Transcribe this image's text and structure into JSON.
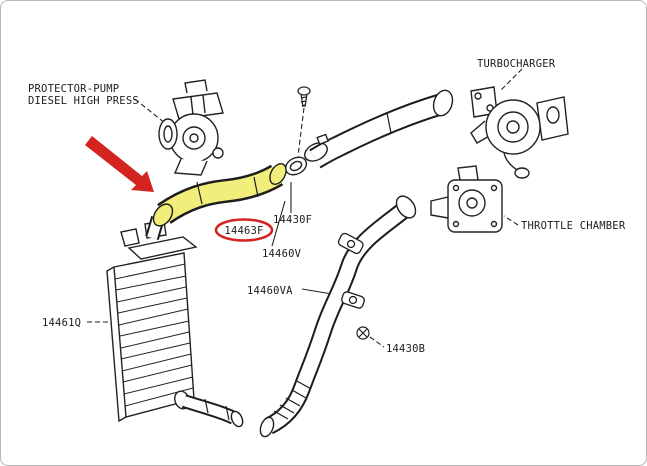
{
  "colors": {
    "highlight": "#f2ee7b",
    "marker": "#d42420",
    "ink": "#1d1d1d"
  },
  "labels": {
    "protector_pump_line1": "PROTECTOR-PUMP",
    "protector_pump_line2": "DIESEL HIGH PRESS",
    "turbocharger": "TURBOCHARGER",
    "throttle_chamber": "THROTTLE CHAMBER"
  },
  "parts": {
    "hose_highlighted": "14463F",
    "clamp": "14430F",
    "hose_assembly": "14460V",
    "duct_assembly": "14460VA",
    "intercooler": "14461Q",
    "bolt": "14430B"
  }
}
